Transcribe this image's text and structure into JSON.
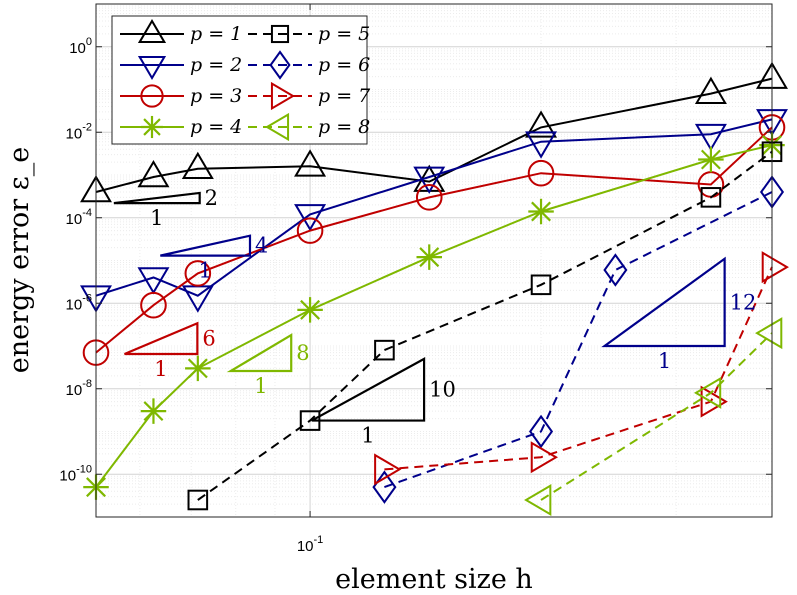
{
  "chart_data": {
    "type": "line",
    "title": "",
    "xlabel": "element size h",
    "ylabel": "energy error ε_e",
    "xscale": "log",
    "yscale": "log",
    "xlim": [
      0.0526,
      0.4
    ],
    "ylim": [
      1e-11,
      10
    ],
    "grid": true,
    "legend_position": "top-left",
    "x_ticks": [
      {
        "value": 0.1,
        "label": "10^-1"
      }
    ],
    "y_ticks": [
      {
        "value": 1e-10,
        "label": "10^-10"
      },
      {
        "value": 1e-08,
        "label": "10^-8"
      },
      {
        "value": 1e-06,
        "label": "10^-6"
      },
      {
        "value": 0.0001,
        "label": "10^-4"
      },
      {
        "value": 0.01,
        "label": "10^-2"
      },
      {
        "value": 1,
        "label": "10^0"
      }
    ],
    "series": [
      {
        "name": "p = 1",
        "color": "#000000",
        "dash": "solid",
        "marker": "triangle-up",
        "x": [
          0.0526,
          0.0625,
          0.0714,
          0.1,
          0.143,
          0.2,
          0.333,
          0.4
        ],
        "y": [
          0.0004,
          0.0009,
          0.0014,
          0.0016,
          0.0007,
          0.013,
          0.08,
          0.18
        ]
      },
      {
        "name": "p = 2",
        "color": "#00008b",
        "dash": "solid",
        "marker": "triangle-down",
        "x": [
          0.0526,
          0.0625,
          0.0714,
          0.1,
          0.143,
          0.2,
          0.333,
          0.4
        ],
        "y": [
          1.5e-06,
          4e-06,
          1.5e-06,
          0.00012,
          0.0009,
          0.006,
          0.009,
          0.02
        ]
      },
      {
        "name": "p = 3",
        "color": "#c00000",
        "dash": "solid",
        "marker": "circle",
        "x": [
          0.0526,
          0.0625,
          0.0714,
          0.1,
          0.143,
          0.2,
          0.333,
          0.4
        ],
        "y": [
          7e-08,
          9e-07,
          5e-06,
          5e-05,
          0.0003,
          0.0011,
          0.0006,
          0.013
        ]
      },
      {
        "name": "p = 4",
        "color": "#7fb800",
        "dash": "solid",
        "marker": "asterisk",
        "x": [
          0.0526,
          0.0625,
          0.0714,
          0.1,
          0.143,
          0.2,
          0.333,
          0.4
        ],
        "y": [
          5e-11,
          3e-09,
          3e-08,
          7e-07,
          1.2e-05,
          0.00014,
          0.0023,
          0.005
        ]
      },
      {
        "name": "p = 5",
        "color": "#000000",
        "dash": "dashed",
        "marker": "square",
        "x": [
          0.0714,
          0.1,
          0.125,
          0.2,
          0.333,
          0.4
        ],
        "y": [
          2.5e-11,
          1.8e-09,
          8e-08,
          2.7e-06,
          0.0003,
          0.0035
        ]
      },
      {
        "name": "p = 6",
        "color": "#00008b",
        "dash": "dashed",
        "marker": "diamond",
        "x": [
          0.125,
          0.2,
          0.25,
          0.4
        ],
        "y": [
          5e-11,
          1e-09,
          6e-06,
          0.0004
        ]
      },
      {
        "name": "p = 7",
        "color": "#c00000",
        "dash": "dashed",
        "marker": "triangle-right",
        "x": [
          0.125,
          0.2,
          0.333,
          0.4
        ],
        "y": [
          1.3e-10,
          2.5e-10,
          5e-09,
          7e-06
        ]
      },
      {
        "name": "p = 8",
        "color": "#7fb800",
        "dash": "dashed",
        "marker": "triangle-left",
        "x": [
          0.2,
          0.333,
          0.4
        ],
        "y": [
          2.5e-11,
          8e-09,
          2e-07
        ]
      }
    ],
    "slope_triangles": [
      {
        "color": "#000000",
        "run": "1",
        "rise": "2",
        "x0": 0.0555,
        "x1": 0.0718,
        "y0": 0.00022,
        "y1": 0.00038
      },
      {
        "color": "#00008b",
        "run": "1",
        "rise": "4",
        "x0": 0.0638,
        "x1": 0.0835,
        "y0": 1.3e-05,
        "y1": 3.8e-05
      },
      {
        "color": "#c00000",
        "run": "1",
        "rise": "6",
        "x0": 0.0573,
        "x1": 0.0713,
        "y0": 6.5e-08,
        "y1": 3.4e-07
      },
      {
        "color": "#7fb800",
        "run": "1",
        "rise": "8",
        "x0": 0.0788,
        "x1": 0.0945,
        "y0": 2.6e-08,
        "y1": 1.8e-07
      },
      {
        "color": "#000000",
        "run": "1",
        "rise": "10",
        "x0": 0.1005,
        "x1": 0.1408,
        "y0": 1.8e-09,
        "y1": 5e-08
      },
      {
        "color": "#00008b",
        "run": "1",
        "rise": "12",
        "x0": 0.242,
        "x1": 0.347,
        "y0": 1e-07,
        "y1": 1.1e-05
      }
    ]
  }
}
